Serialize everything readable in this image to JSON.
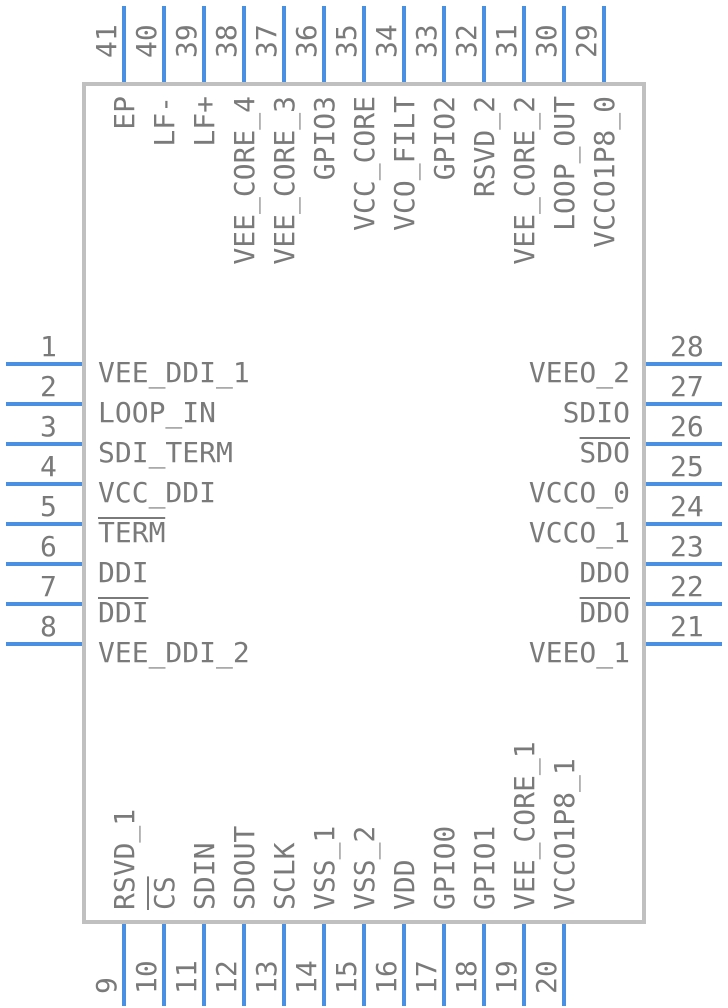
{
  "colors": {
    "pin": "#4a90e2",
    "outline": "#c0c0c0",
    "text": "#7a7a7a",
    "background": "#ffffff"
  },
  "left_pins": [
    {
      "num": "1",
      "label": "VEE_DDI_1",
      "overbar": false
    },
    {
      "num": "2",
      "label": "LOOP_IN",
      "overbar": false
    },
    {
      "num": "3",
      "label": "SDI_TERM",
      "overbar": false
    },
    {
      "num": "4",
      "label": "VCC_DDI",
      "overbar": false
    },
    {
      "num": "5",
      "label": "TERM",
      "overbar": true
    },
    {
      "num": "6",
      "label": "DDI",
      "overbar": false
    },
    {
      "num": "7",
      "label": "DDI",
      "overbar": true
    },
    {
      "num": "8",
      "label": "VEE_DDI_2",
      "overbar": false
    }
  ],
  "right_pins": [
    {
      "num": "28",
      "label": "VEEO_2",
      "overbar": false
    },
    {
      "num": "27",
      "label": "SDIO",
      "overbar": false
    },
    {
      "num": "26",
      "label": "SDO",
      "overbar": true
    },
    {
      "num": "25",
      "label": "VCCO_0",
      "overbar": false
    },
    {
      "num": "24",
      "label": "VCCO_1",
      "overbar": false
    },
    {
      "num": "23",
      "label": "DDO",
      "overbar": false
    },
    {
      "num": "22",
      "label": "DDO",
      "overbar": true
    },
    {
      "num": "21",
      "label": "VEEO_1",
      "overbar": false
    }
  ],
  "top_pins": [
    {
      "num": "41",
      "label": "EP",
      "overbar": false
    },
    {
      "num": "40",
      "label": "LF-",
      "overbar": false
    },
    {
      "num": "39",
      "label": "LF+",
      "overbar": false
    },
    {
      "num": "38",
      "label": "VEE_CORE_4",
      "overbar": false
    },
    {
      "num": "37",
      "label": "VEE_CORE_3",
      "overbar": false
    },
    {
      "num": "36",
      "label": "GPIO3",
      "overbar": false
    },
    {
      "num": "35",
      "label": "VCC_CORE",
      "overbar": false
    },
    {
      "num": "34",
      "label": "VCO_FILT",
      "overbar": false
    },
    {
      "num": "33",
      "label": "GPIO2",
      "overbar": false
    },
    {
      "num": "32",
      "label": "RSVD_2",
      "overbar": false
    },
    {
      "num": "31",
      "label": "VEE_CORE_2",
      "overbar": false
    },
    {
      "num": "30",
      "label": "LOOP_OUT",
      "overbar": false
    },
    {
      "num": "29",
      "label": "VCCO1P8_0",
      "overbar": false
    }
  ],
  "bottom_pins": [
    {
      "num": "9",
      "label": "RSVD_1",
      "overbar": false
    },
    {
      "num": "10",
      "label": "CS",
      "overbar": true
    },
    {
      "num": "11",
      "label": "SDIN",
      "overbar": false
    },
    {
      "num": "12",
      "label": "SDOUT",
      "overbar": false
    },
    {
      "num": "13",
      "label": "SCLK",
      "overbar": false
    },
    {
      "num": "14",
      "label": "VSS_1",
      "overbar": false
    },
    {
      "num": "15",
      "label": "VSS_2",
      "overbar": false
    },
    {
      "num": "16",
      "label": "VDD",
      "overbar": false
    },
    {
      "num": "17",
      "label": "GPIO0",
      "overbar": false
    },
    {
      "num": "18",
      "label": "GPIO1",
      "overbar": false
    },
    {
      "num": "19",
      "label": "VEE_CORE_1",
      "overbar": false
    },
    {
      "num": "20",
      "label": "VCCO1P8_1",
      "overbar": false
    }
  ]
}
